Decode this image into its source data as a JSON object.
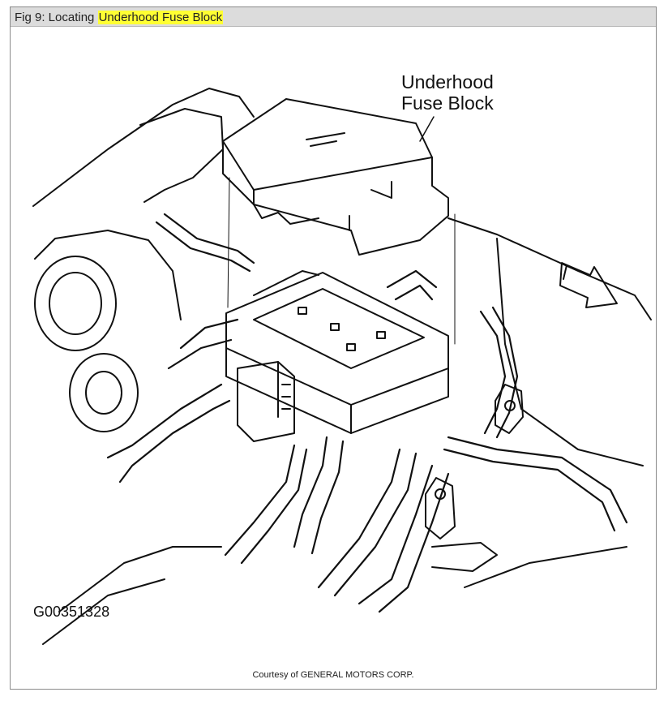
{
  "figure": {
    "prefix": "Fig 9: Locating ",
    "highlight": "Underhood Fuse Block"
  },
  "callout": {
    "line1": "Underhood",
    "line2": "Fuse Block"
  },
  "diagram_code": "G00351328",
  "credit": "Courtesy of GENERAL MOTORS CORP.",
  "colors": {
    "highlight": "#ffff33",
    "title_bar": "#dcdcdc",
    "line_art": "#111111"
  }
}
